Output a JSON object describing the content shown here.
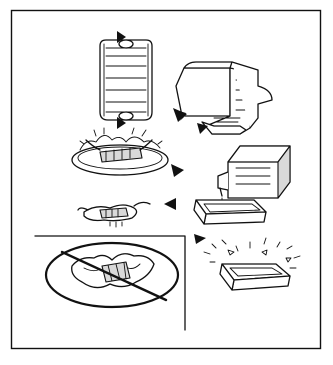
{
  "figure": {
    "steps": [
      "remove-filter-cover",
      "wash-element-in-solvent",
      "soak-in-engine-oil",
      "squeeze-out-gently",
      "do-not-wring",
      "let-dry"
    ],
    "colors": {
      "line": "#111111",
      "background": "#ffffff",
      "shade": "#d9d9d9"
    }
  }
}
